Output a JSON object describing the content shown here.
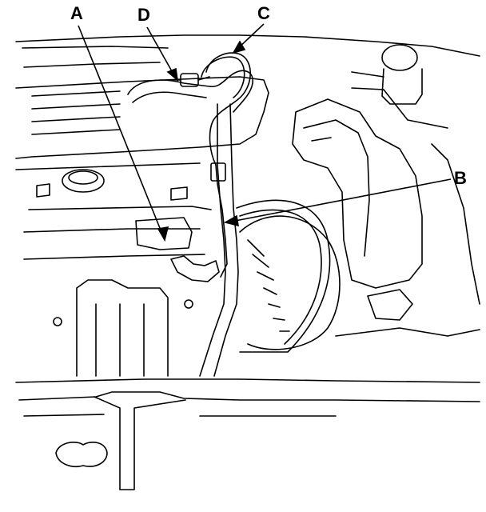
{
  "diagram": {
    "callouts": [
      {
        "id": "A",
        "label": "A"
      },
      {
        "id": "B",
        "label": "B"
      },
      {
        "id": "C",
        "label": "C"
      },
      {
        "id": "D",
        "label": "D"
      }
    ],
    "colors": {
      "line": "#000000",
      "background": "#ffffff"
    }
  }
}
